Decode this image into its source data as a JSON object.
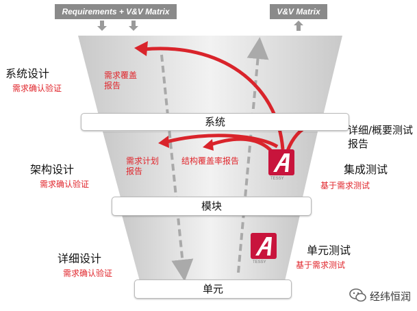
{
  "top_tags": {
    "left": "Requirements + V&V Matrix",
    "right": "V&V Matrix"
  },
  "bands": {
    "system": "系统",
    "module": "模块",
    "unit": "单元"
  },
  "left_labels": {
    "system_design": "系统设计",
    "system_design_sub": "需求确认验证",
    "arch_design": "架构设计",
    "arch_design_sub": "需求确认验证",
    "detail_design": "详细设计",
    "detail_design_sub": "需求确认验证"
  },
  "inner_labels": {
    "coverage_report": "需求覆盖报告",
    "plan_report": "需求计划报告",
    "struct_coverage_report": "结构覆盖率报告"
  },
  "right_labels": {
    "detail_report": "详细/概要测试报告",
    "integration_test": "集成测试",
    "integration_test_sub": "基于需求测试",
    "unit_test": "单元测试",
    "unit_test_sub": "基于需求测试"
  },
  "logos": {
    "tessy_caption": "TESSY"
  },
  "watermark": {
    "text": "经纬恒润"
  },
  "colors": {
    "accent_red": "#e0252b",
    "arrow_red": "#d9242b",
    "funnel_gray": "#d9d9d9",
    "tag_gray": "#8a8a8a"
  }
}
